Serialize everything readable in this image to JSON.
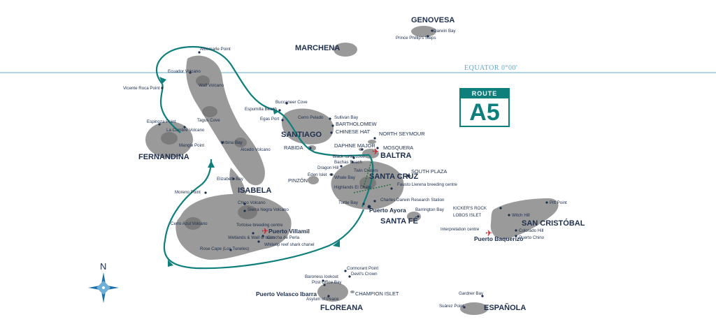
{
  "route": {
    "header": "ROUTE",
    "code": "A5"
  },
  "equator": {
    "label": "EQUATOR   0°00'"
  },
  "compass": {
    "label": "N"
  },
  "islands": {
    "genovesa": "GENOVESA",
    "marchena": "MARCHENA",
    "santiago": "SANTIAGO",
    "fernandina": "FERNANDINA",
    "isabela": "ISABELA",
    "santa_cruz": "SANTA CRUZ",
    "baltra": "BALTRA",
    "santa_fe": "SANTA FÉ",
    "san_cristobal": "SAN CRISTÓBAL",
    "floreana": "FLOREANA",
    "espanola": "ESPAÑOLA",
    "north_seymour": "NORTH SEYMOUR",
    "mosquera": "MOSQUERA",
    "daphne_major": "DAPHNE MAJOR",
    "bartholomew": "BARTHOLOMEW",
    "chinese_hat": "CHINESE HAT",
    "rabida": "RABIDA",
    "pinzon": "PINZÓN",
    "south_plaza": "SOUTH PLAZA",
    "champion_islet": "CHAMPION ISLET"
  },
  "towns": {
    "puerto_ayora": "Puerto Ayora",
    "puerto_villamil": "Puerto Villamil",
    "puerto_baquerizo": "Puerto Baquerizo",
    "puerto_velasco_ibarra": "Puerto Velasco Ibarra"
  },
  "sites": {
    "darwin_bay": "Darwin Bay",
    "prince_phillips_steps": "Prince Phillip's Steps",
    "albemarle_point": "Albemarle Point",
    "ecuador_volcano": "Ecuador Volcano",
    "vicente_roca_point": "Vicente Roca Point",
    "wolf_volcano": "Wolf Volcano",
    "buccaneer_cove": "Buccaneer Cove",
    "espumilla_beach": "Espumilla Beach",
    "egas_port": "Egas Port",
    "cerro_pelado": "Cerro Pelado",
    "sullivan_bay": "Sullivan Bay",
    "espinoza_point": "Espinoza Point",
    "la_cumbre_volcano": "La Cumbre Volcano",
    "tagus_cove": "Tagus Cove",
    "mangle_point": "Mangle Point",
    "urbina_bay": "Urbina Bay",
    "alcedo_volcano": "Alcedo Volcano",
    "elizabeth_bay": "Elizabeth Bay",
    "moreno_point": "Moreno Point",
    "dragon_hill": "Dragon Hill",
    "eden_islet": "Eden Islet",
    "black_turtle_cove": "Black turtle cove",
    "bachas_beach": "Bachas Beach",
    "twin_craters": "Twin Craters",
    "whale_bay": "Whale Bay",
    "highlands_el_chato": "Highlands El Chato",
    "fausto_llerena": "Fausto Llerena breeding centre",
    "charles_darwin": "Charles Darwin Research Station",
    "turtle_bay": "Turtle Bay",
    "barrington_bay": "Barrington Bay",
    "chico_volcano": "Chico Volcano",
    "sierra_negra": "Sierra Negra Volcano",
    "cerro_azul": "Cerro Azul Volcano",
    "tortoise_breeding": "Tortoise breeding centre",
    "concha_de_perla": "Concha de Perla",
    "wetlands": "Wetlands & Wall of tears",
    "whitetip": "Whitetip reef shark chanel",
    "rose_cape": "Rose Cape (Los Tuneles)",
    "kickers_rock": "KICKER'S ROCK",
    "lobos_islet": "LOBOS ISLET",
    "witch_hill": "Witch Hill",
    "pitt_point": "Pitt Point",
    "interpretation_centre": "Interpretation centre",
    "colorado_hill": "Colorado Hill",
    "puerto_chino": "Puerto Chino",
    "cormorant_point": "Cormorant Point",
    "devils_crown": "Devil's Crown",
    "baroness_lookout": "Baroness lookout",
    "post_office_bay": "Post Office Bay",
    "asylum_of_peace": "Asylum of Peace",
    "gardner_bay": "Gardner Bay",
    "suarez_point": "Suárez Point"
  },
  "colors": {
    "route": "#0f7f7c",
    "label": "#1d2f4d",
    "equator": "#5fa9c7",
    "island": "#9a9a9a",
    "airport": "#d0202a"
  }
}
